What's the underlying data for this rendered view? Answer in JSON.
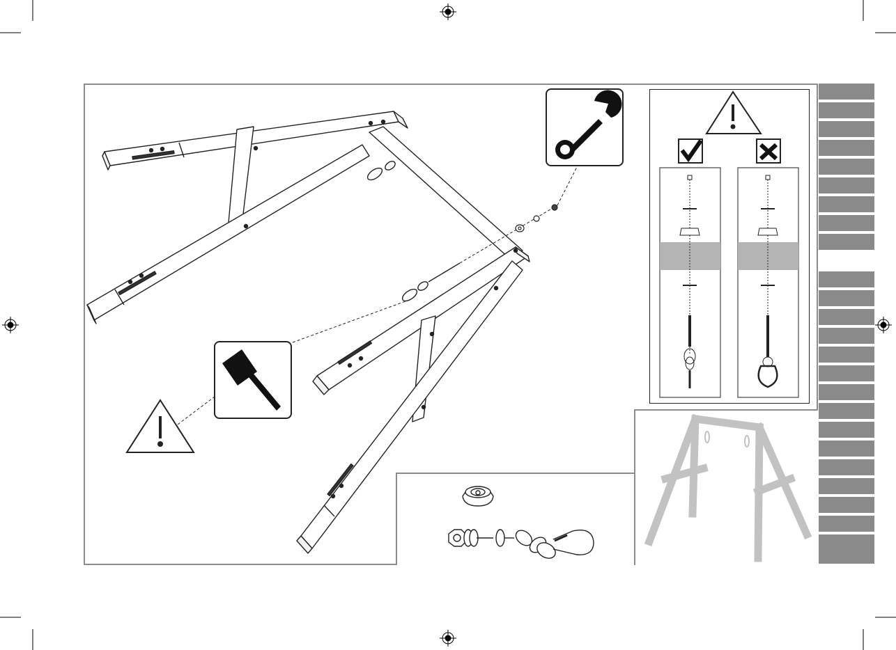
{
  "page": {
    "instruction_step": "frame-assembly",
    "tools": [
      "wrench-icon",
      "mallet-icon"
    ],
    "warnings": [
      "warning-triangle-icon"
    ]
  },
  "checks": {
    "correct_label": "✓",
    "incorrect_label": "✗"
  },
  "colors": {
    "line": "#222222",
    "border": "#8c8c8c",
    "tab": "#8a8a8a",
    "gray_band": "#b4b4b4",
    "ghost_frame": "#c2c2c2"
  },
  "tabs": {
    "top_group_count": 9,
    "bottom_group_count": 16,
    "active_gap": true
  }
}
